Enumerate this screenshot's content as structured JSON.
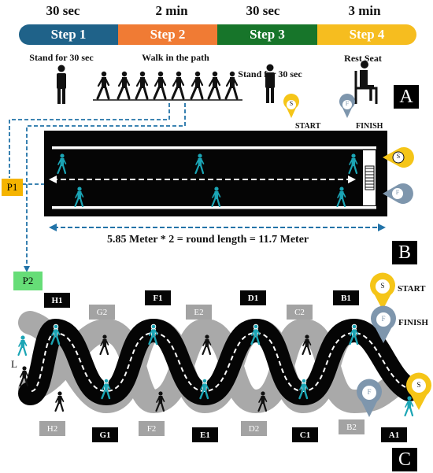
{
  "durations": [
    "30 sec",
    "2 min",
    "30 sec",
    "3 min"
  ],
  "steps": [
    {
      "label": "Step 1",
      "color": "#1f6289"
    },
    {
      "label": "Step 2",
      "color": "#f07b34"
    },
    {
      "label": "Step 3",
      "color": "#17752a"
    },
    {
      "label": "Step  4",
      "color": "#f6bd1f"
    }
  ],
  "captions": [
    "Stand  for 30 sec",
    "Walk in the path",
    "Stand  for 30 sec",
    "Rest  Seat"
  ],
  "panels": {
    "a": "A",
    "b": "B",
    "c": "C"
  },
  "tags": {
    "p1": "P1",
    "p2": "P2"
  },
  "panel_b": {
    "start": "START",
    "finish": "FINISH",
    "start_marker": "S",
    "finish_marker": "F",
    "measurement": "5.85 Meter * 2 = round length = 11.7 Meter"
  },
  "panel_c": {
    "top_labels": [
      {
        "text": "H1",
        "style": "dark"
      },
      {
        "text": "G2",
        "style": "light"
      },
      {
        "text": "F1",
        "style": "dark"
      },
      {
        "text": "E2",
        "style": "light"
      },
      {
        "text": "D1",
        "style": "dark"
      },
      {
        "text": "C2",
        "style": "light"
      },
      {
        "text": "B1",
        "style": "dark"
      }
    ],
    "bottom_labels": [
      {
        "text": "H2",
        "style": "light"
      },
      {
        "text": "G1",
        "style": "dark"
      },
      {
        "text": "F2",
        "style": "light"
      },
      {
        "text": "E1",
        "style": "dark"
      },
      {
        "text": "D2",
        "style": "light"
      },
      {
        "text": "C1",
        "style": "dark"
      },
      {
        "text": "B2",
        "style": "light"
      },
      {
        "text": "A1",
        "style": "dark"
      }
    ],
    "start": "START",
    "finish": "FINISH",
    "left_label": "L",
    "start_marker": "S",
    "finish_marker": "F"
  },
  "colors": {
    "walker_teal": "#1ba5b5",
    "start_yellow": "#f5c518",
    "finish_blue": "#7e96ad",
    "p1_yellow": "#f5b400",
    "p2_green": "#66dd77",
    "track_black": "#050505",
    "track_gray": "#a9a9a9"
  }
}
